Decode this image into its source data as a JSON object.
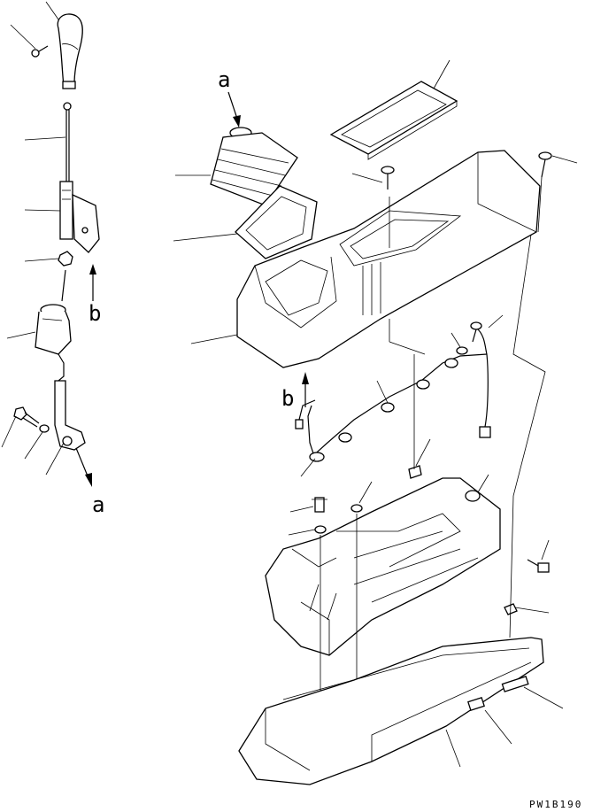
{
  "labels": {
    "ref_a_top": "a",
    "ref_a_bottom": "a",
    "ref_b_left": "b",
    "ref_b_mid": "b"
  },
  "drawing_code": "PW1B190"
}
